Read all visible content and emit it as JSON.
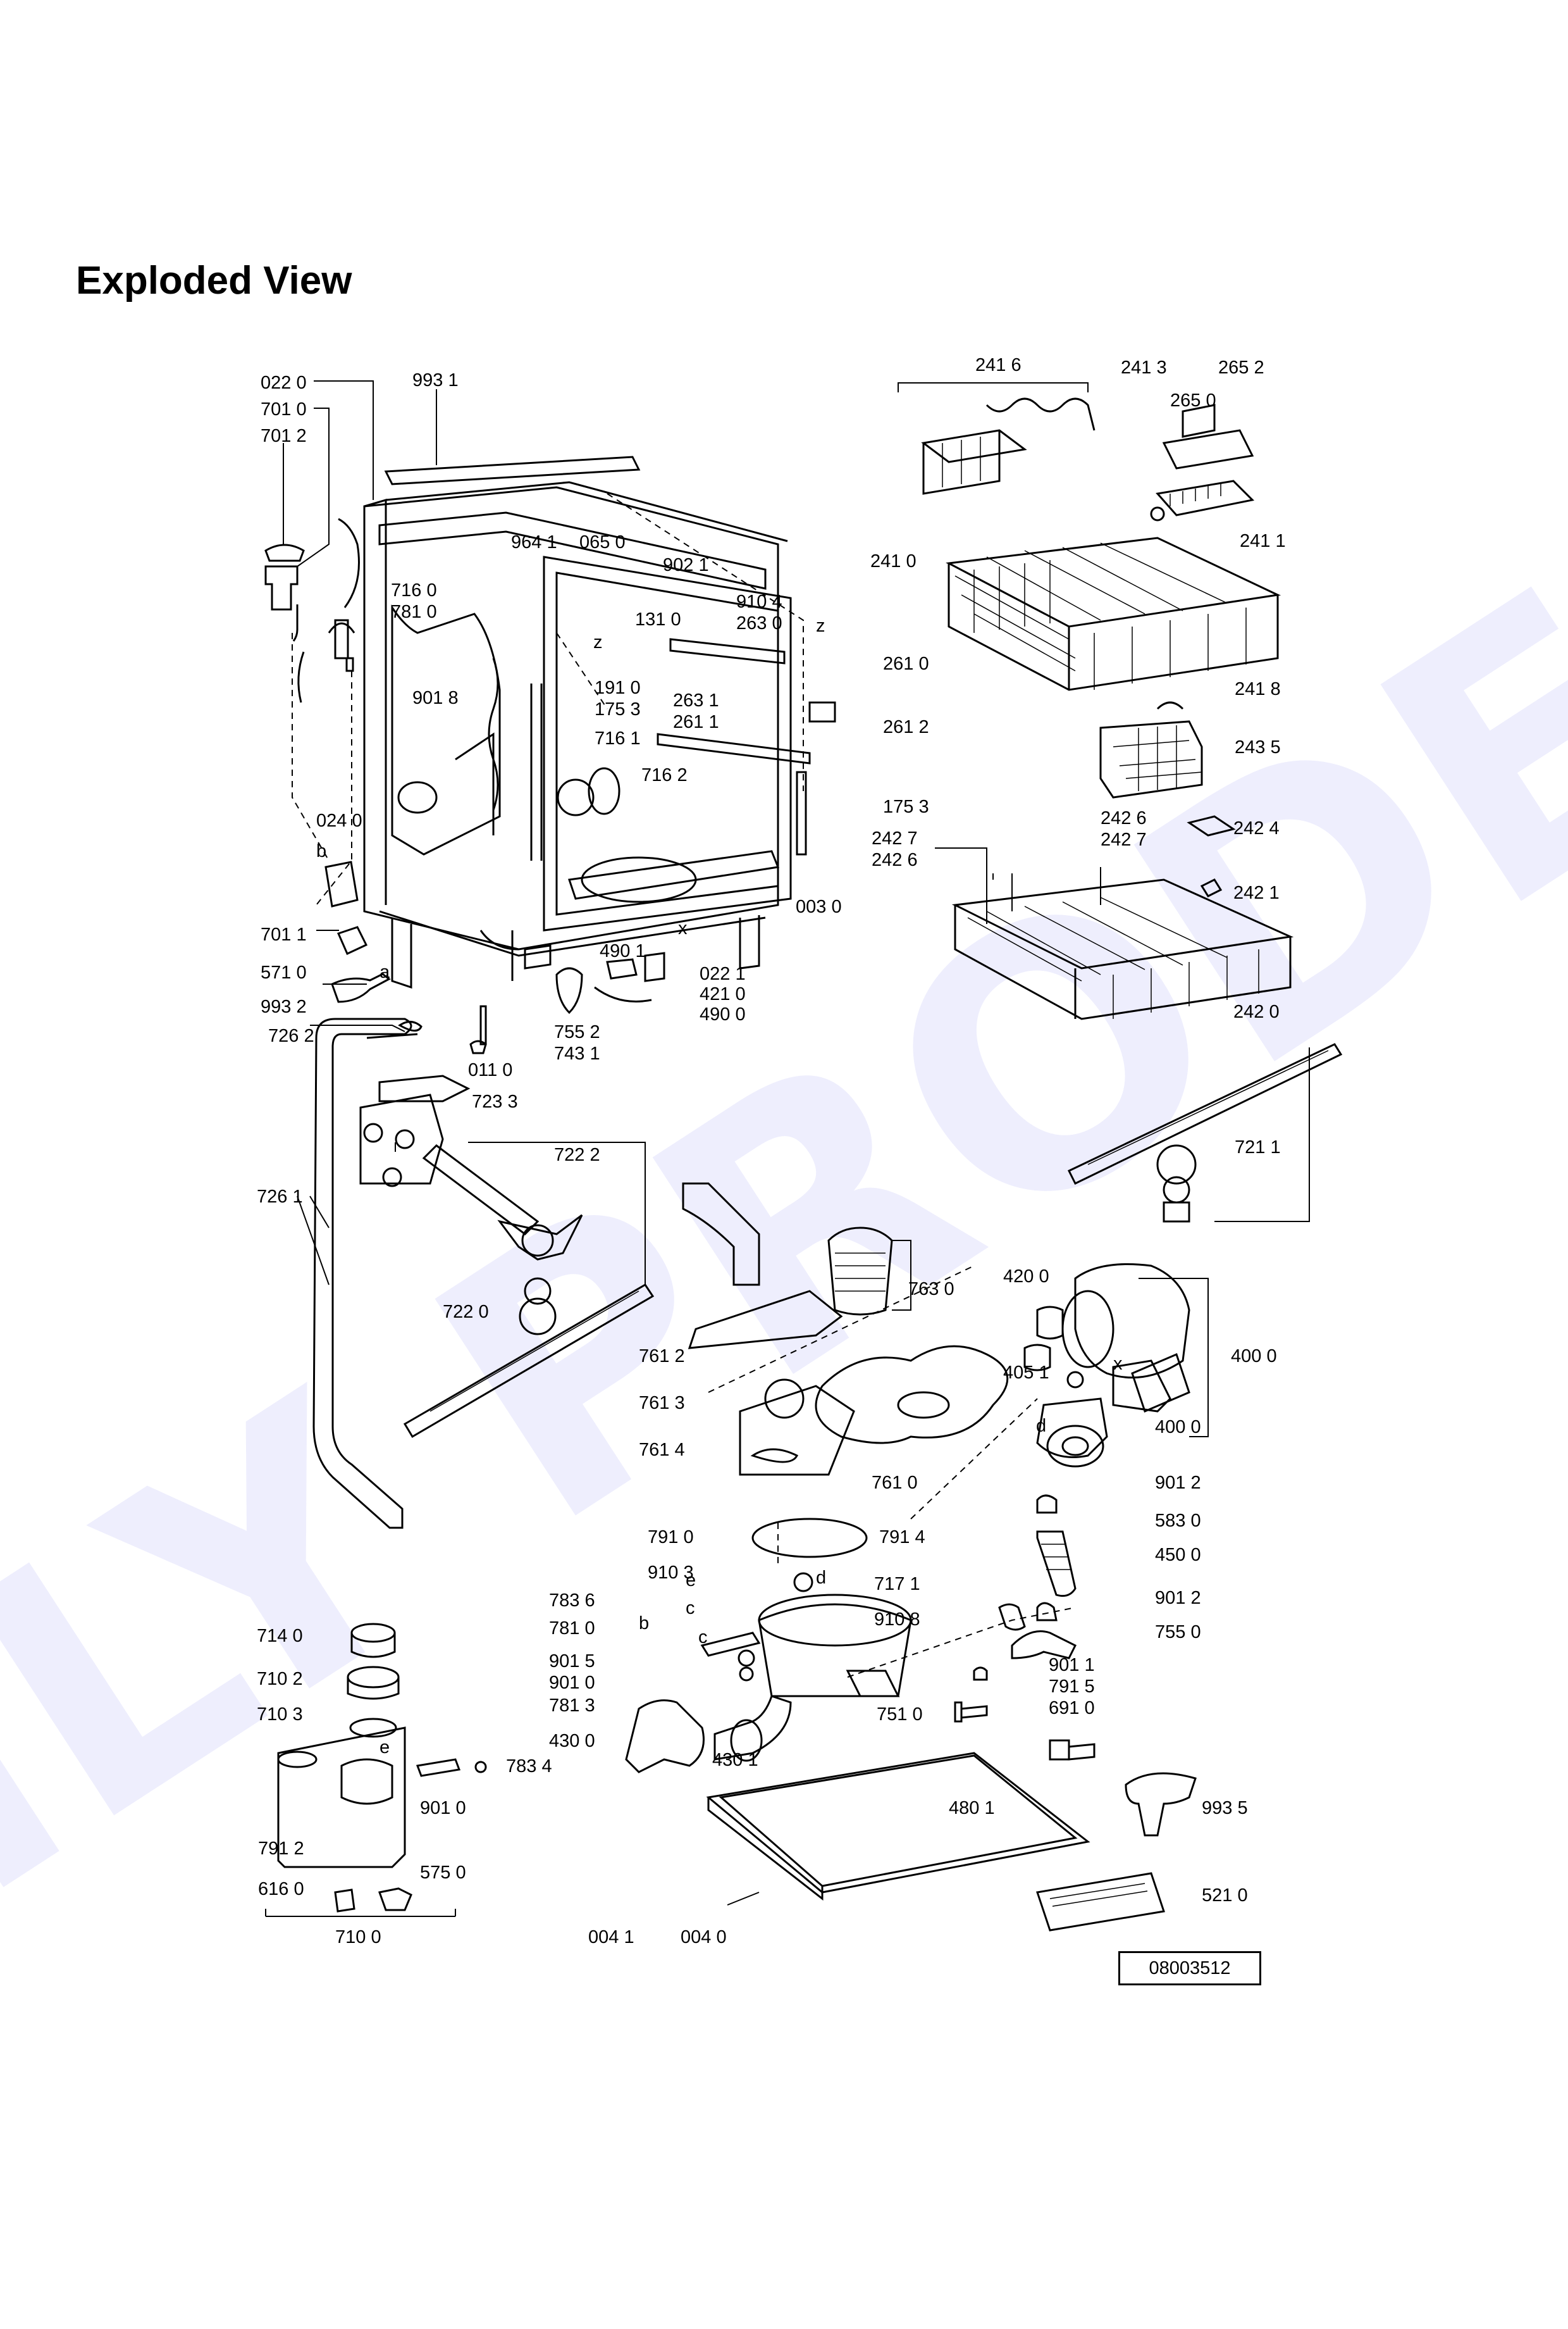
{
  "title": "Exploded View",
  "watermark": "©DILY PRODEJ.cz",
  "reference_number": "08003512",
  "colors": {
    "line": "#000000",
    "watermark": "#1a1ae6"
  },
  "part_labels": [
    "022 0",
    "701 0",
    "701 2",
    "993 1",
    "716 0",
    "781 0",
    "901 8",
    "024 0",
    "701 1",
    "571 0",
    "993 2",
    "726 2",
    "964 1",
    "065 0",
    "902 1",
    "910 4",
    "263 0",
    "131 0",
    "191 0",
    "175 3",
    "716 1",
    "716 2",
    "263 1",
    "261 1",
    "261 0",
    "261 2",
    "175 3",
    "003 0",
    "022 1",
    "490 1",
    "421 0",
    "490 0",
    "755 2",
    "743 1",
    "011 0",
    "723 3",
    "726 1",
    "722 2",
    "722 0",
    "241 6",
    "241 3",
    "265 2",
    "265 0",
    "241 1",
    "241 0",
    "241 8",
    "243 5",
    "242 6",
    "242 7",
    "242 4",
    "242 7",
    "242 6",
    "242 1",
    "242 0",
    "721 1",
    "763 0",
    "761 2",
    "761 3",
    "761 4",
    "761 0",
    "420 0",
    "405 1",
    "400 0",
    "400 0",
    "901 2",
    "583 0",
    "450 0",
    "901 2",
    "755 0",
    "901 1",
    "791 5",
    "691 0",
    "791 0",
    "791 4",
    "910 3",
    "717 1",
    "910 8",
    "783 6",
    "781 0",
    "901 5",
    "901 0",
    "781 3",
    "751 0",
    "430 0",
    "430 1",
    "714 0",
    "710 2",
    "710 3",
    "783 4",
    "901 0",
    "791 2",
    "616 0",
    "575 0",
    "710 0",
    "480 1",
    "993 5",
    "521 0",
    "004 1",
    "004 0"
  ],
  "markers": [
    "b",
    "a",
    "z",
    "z",
    "x",
    "x",
    "c",
    "e",
    "d",
    "b",
    "c",
    "e",
    "d"
  ]
}
